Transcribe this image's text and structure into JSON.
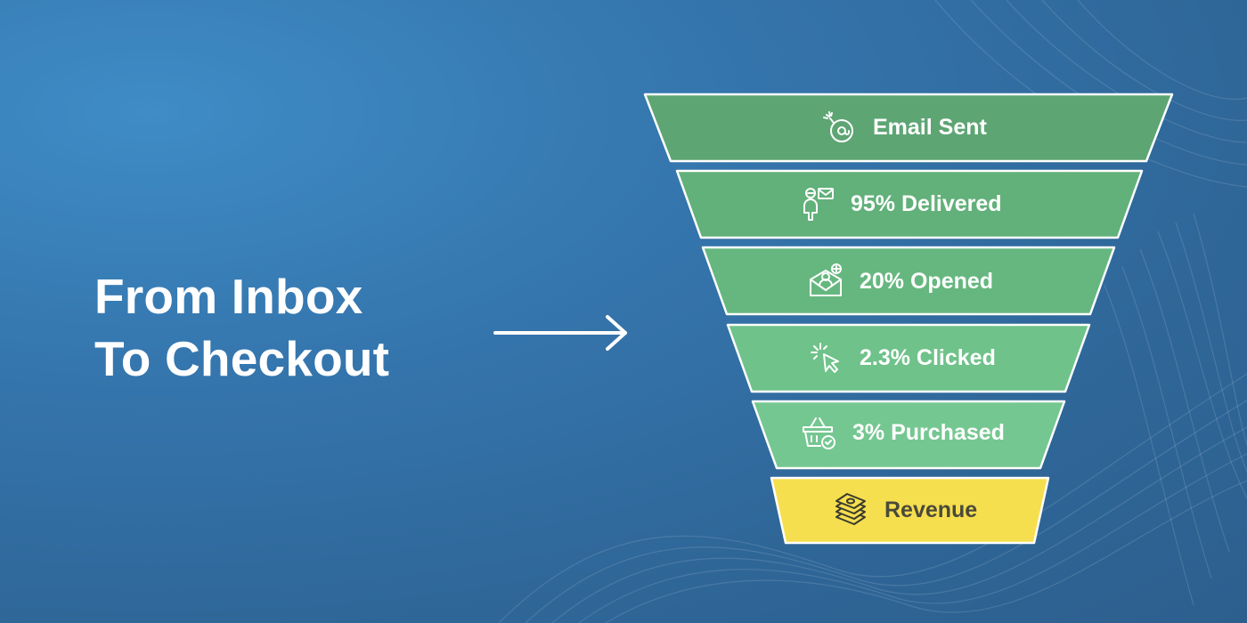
{
  "heading": {
    "line1": "From Inbox",
    "line2": "To Checkout"
  },
  "colors": {
    "background": "#3576ae",
    "stage_email_sent": "#5ea574",
    "stage_delivered": "#62b07a",
    "stage_opened": "#66b77f",
    "stage_clicked": "#6fc28a",
    "stage_purchased": "#75c791",
    "stage_revenue": "#f6df4f",
    "outline": "#ffffff"
  },
  "funnel": {
    "stages": [
      {
        "label": "Email Sent",
        "icon": "email-bomb-icon"
      },
      {
        "label": "95% Delivered",
        "icon": "person-mail-icon"
      },
      {
        "label": "20% Opened",
        "icon": "open-envelope-user-icon"
      },
      {
        "label": "2.3% Clicked",
        "icon": "cursor-click-icon"
      },
      {
        "label": "3% Purchased",
        "icon": "basket-check-icon"
      },
      {
        "label": "Revenue",
        "icon": "money-stack-icon"
      }
    ]
  }
}
